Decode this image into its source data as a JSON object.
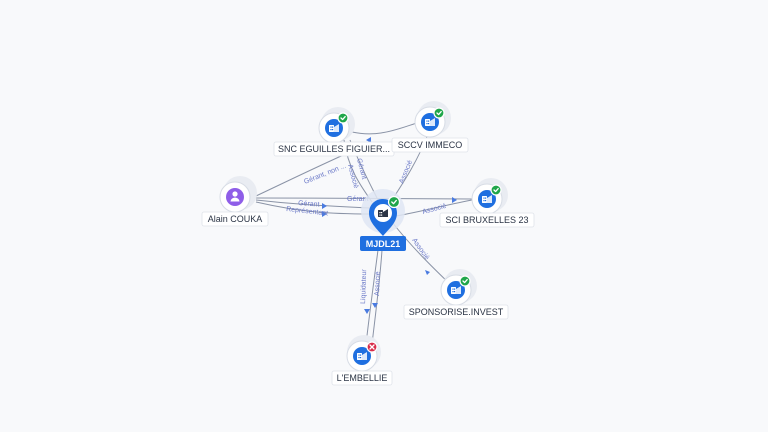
{
  "nodes": [
    {
      "id": "center",
      "label": "MJDL21",
      "kind": "company",
      "status": "active",
      "center": true
    },
    {
      "id": "snc",
      "label": "SNC EGUILLES FIGUIER...",
      "kind": "company",
      "status": "active"
    },
    {
      "id": "sccv",
      "label": "SCCV IMMECO",
      "kind": "company",
      "status": "active"
    },
    {
      "id": "alain",
      "label": "Alain COUKA",
      "kind": "person"
    },
    {
      "id": "sci",
      "label": "SCI BRUXELLES 23",
      "kind": "company",
      "status": "active"
    },
    {
      "id": "spons",
      "label": "SPONSORISE.INVEST",
      "kind": "company",
      "status": "active"
    },
    {
      "id": "emb",
      "label": "L'EMBELLIE",
      "kind": "company",
      "status": "closed"
    }
  ],
  "edges": [
    {
      "id": "alain-snc",
      "label": "Gérant, non ..."
    },
    {
      "id": "alain-sci",
      "label": "Gérant"
    },
    {
      "id": "alain-center-1",
      "label": "Gérant"
    },
    {
      "id": "alain-center-2",
      "label": "Représentant"
    },
    {
      "id": "snc-center-1",
      "label": "Gérant"
    },
    {
      "id": "snc-center-2",
      "label": "Associé"
    },
    {
      "id": "sccv-center",
      "label": "Associé"
    },
    {
      "id": "center-sci",
      "label": "Associé"
    },
    {
      "id": "center-spons",
      "label": "Associé"
    },
    {
      "id": "center-emb-1",
      "label": "Liquidateur"
    },
    {
      "id": "center-emb-2",
      "label": "Associé"
    }
  ],
  "icons": {
    "company": "building-icon",
    "person": "person-icon",
    "active": "check-badge-icon",
    "closed": "close-badge-icon",
    "center": "location-pin-icon"
  },
  "colors": {
    "company": "#1f6fe0",
    "person": "#8f5ee8",
    "active": "#1fa64a",
    "closed": "#d92d4b",
    "edge_label": "#6b79c8"
  }
}
